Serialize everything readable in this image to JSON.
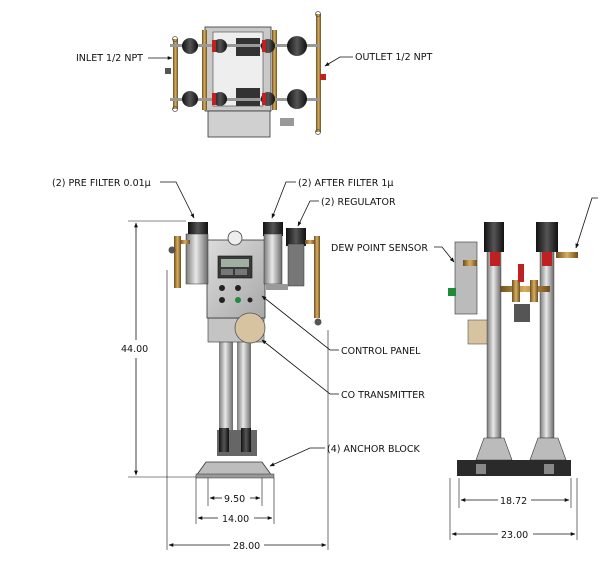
{
  "labels": {
    "inlet": "INLET 1/2 NPT",
    "outlet": "OUTLET 1/2 NPT",
    "pre_filter": "(2) PRE FILTER 0.01μ",
    "after_filter": "(2) AFTER FILTER 1μ",
    "regulator": "(2) REGULATOR",
    "dew_point_sensor": "DEW POINT SENSOR",
    "control_panel": "CONTROL PANEL",
    "co_transmitter": "CO TRANSMITTER",
    "anchor_block": "(4) ANCHOR BLOCK"
  },
  "dimensions": {
    "height": "44.00",
    "anchor_spacing": "9.50",
    "base_inner": "14.00",
    "overall_width": "28.00",
    "side_inner": "18.72",
    "side_overall": "23.00"
  },
  "colors": {
    "frame": "#b9b9b9",
    "steel": "#9a9a9a",
    "dark": "#2a2a2a",
    "brass": "#a07838",
    "red": "#c02020",
    "panel": "#c8c8c8",
    "tan": "#d7c3a0"
  }
}
